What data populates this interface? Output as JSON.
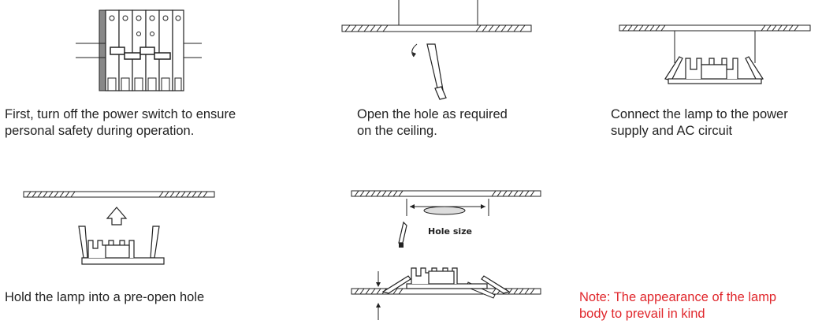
{
  "steps": [
    {
      "caption": "First, turn off the power switch to ensure\npersonal safety during operation.",
      "icon": "circuit-breaker-icon"
    },
    {
      "caption": "Open the hole as required\non the ceiling.",
      "icon": "saw-cutting-icon"
    },
    {
      "caption": "Connect the lamp to the power\nsupply and AC circuit",
      "icon": "lamp-wiring-icon"
    },
    {
      "caption": "Hold the lamp into a pre-open hole",
      "icon": "lamp-insert-icon"
    },
    {
      "caption": "",
      "icon": "hole-size-install-icon"
    }
  ],
  "hole_size_label": "Hole size",
  "note": "Note: The appearance of the lamp\nbody to prevail in kind",
  "colors": {
    "line": "#222222",
    "note": "#e0262b",
    "hole_fill": "#dddddd"
  }
}
